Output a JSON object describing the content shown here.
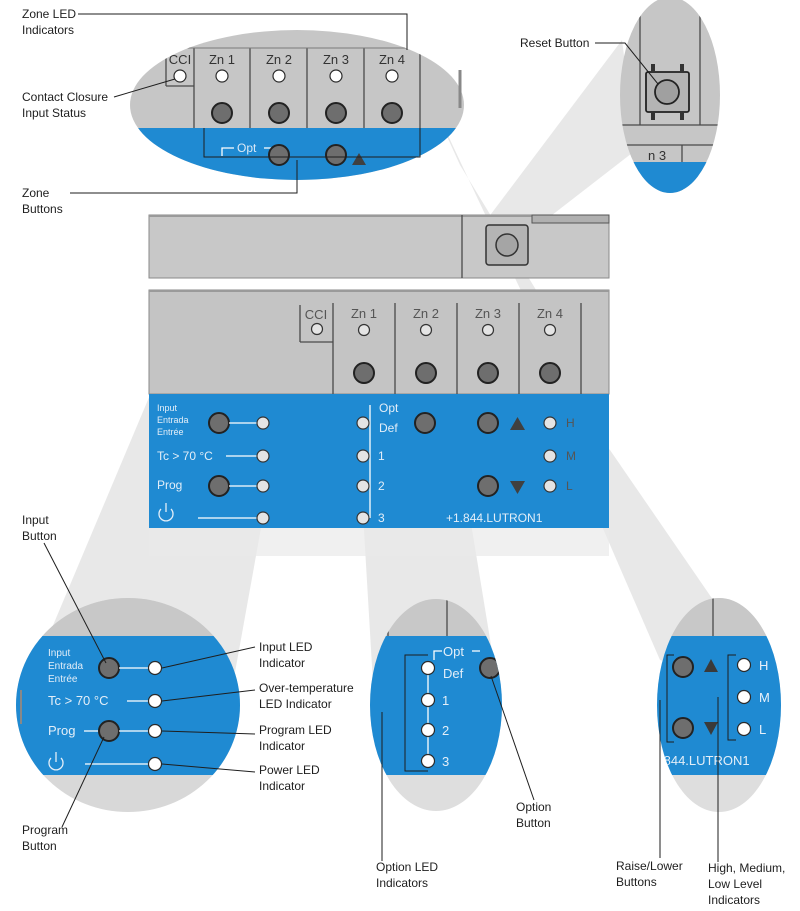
{
  "callouts": {
    "zone_led": [
      "Zone LED",
      "Indicators"
    ],
    "cci_status": [
      "Contact Closure",
      "Input Status"
    ],
    "zone_buttons": [
      "Zone",
      "Buttons"
    ],
    "reset_button": "Reset Button",
    "input_button": [
      "Input",
      "Button"
    ],
    "program_button": [
      "Program",
      "Button"
    ],
    "input_led": [
      "Input LED",
      "Indicator"
    ],
    "overtemp_led": [
      "Over-temperature",
      "LED Indicator"
    ],
    "program_led": [
      "Program LED",
      "Indicator"
    ],
    "power_led": [
      "Power LED",
      "Indicator"
    ],
    "option_led": [
      "Option LED",
      "Indicators"
    ],
    "option_button": [
      "Option",
      "Button"
    ],
    "raise_lower": [
      "Raise/Lower",
      "Buttons"
    ],
    "hml_levels": [
      "High, Medium,",
      "Low Level",
      "Indicators"
    ]
  },
  "panel": {
    "cci": "CCI",
    "zones": [
      "Zn 1",
      "Zn 2",
      "Zn 3",
      "Zn 4"
    ],
    "input_lines": [
      "Input",
      "Entrada",
      "Entrée"
    ],
    "tc": "Tc > 70 °C",
    "prog": "Prog",
    "opt": "Opt",
    "def": "Def",
    "option_numbers": [
      "1",
      "2",
      "3"
    ],
    "levels": [
      "H",
      "M",
      "L"
    ],
    "phone": "+1.844.LUTRON1",
    "phone_partial": ".844.LUTRON1",
    "zn3_partial": "n 3"
  },
  "colors": {
    "panel_blue": "#1f8ad2",
    "panel_grey": "#c8c8c8",
    "panel_grey_dark": "#b3b3b3"
  }
}
